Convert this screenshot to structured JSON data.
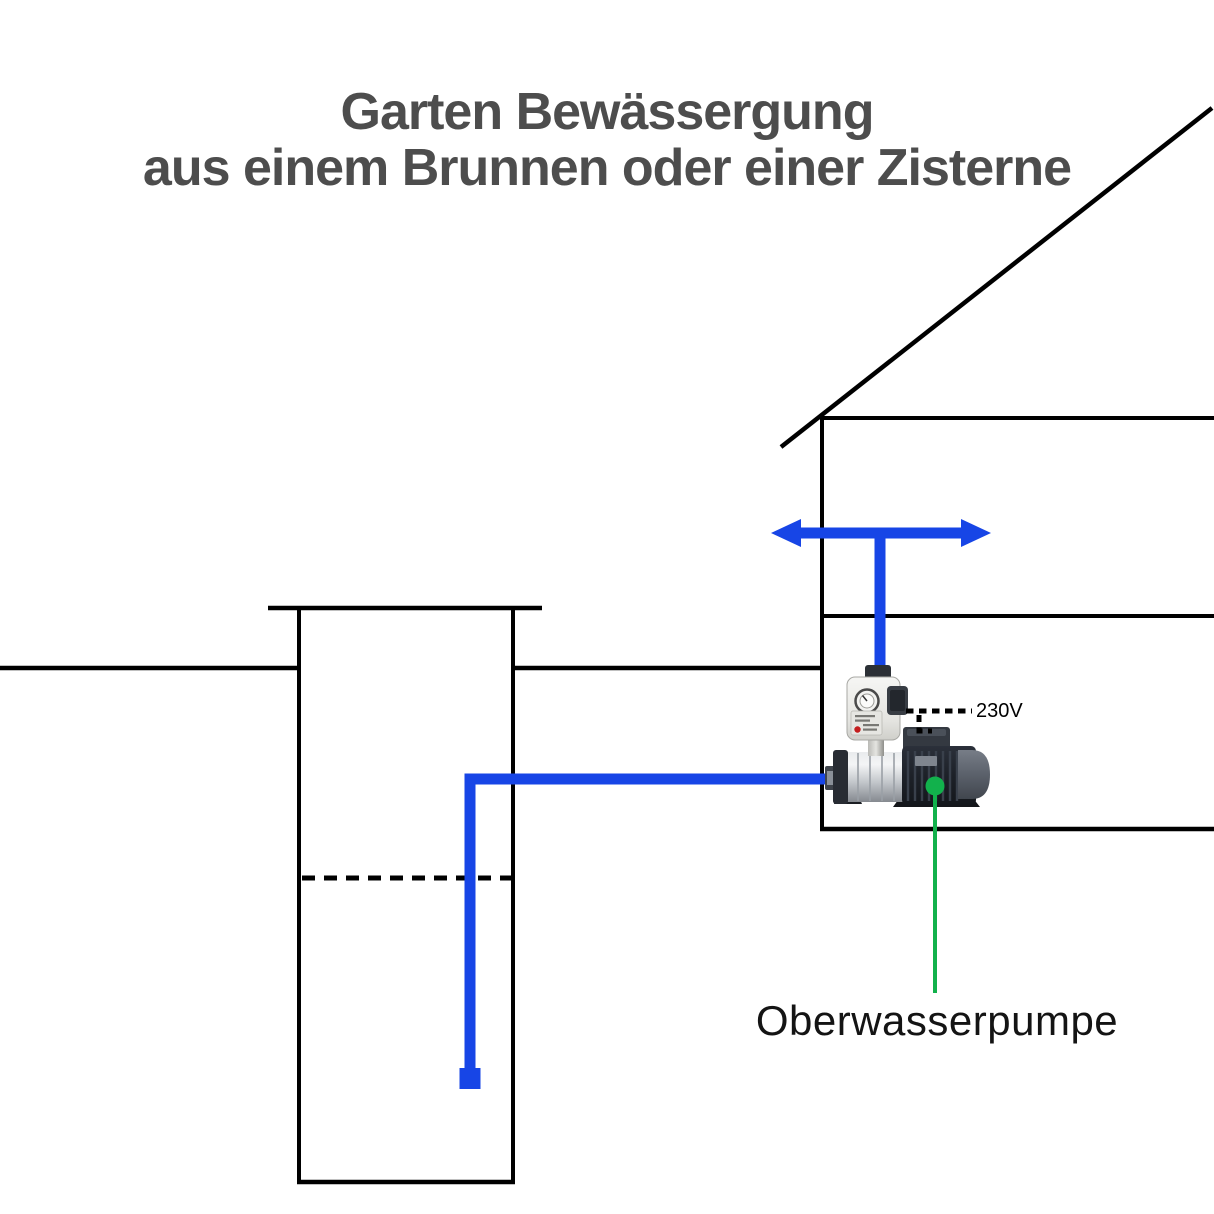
{
  "title": {
    "line1": "Garten Bewässergung",
    "line2": "aus einem Brunnen oder einer Zisterne"
  },
  "labels": {
    "voltage": "230V",
    "pump": "Oberwasserpumpe"
  },
  "colors": {
    "pipe_blue": "#1745e6",
    "pointer_green": "#12b14c",
    "line_black": "#000000",
    "title_gray": "#4d4d4d",
    "label_black": "#141414"
  },
  "diagram": {
    "type": "schematic",
    "components": [
      "house-outline-with-roof",
      "well-shaft",
      "water-level-dashed-line",
      "suction-pipe-with-foot-valve",
      "surface-pump-with-pressure-controller",
      "power-connection-230v-dotted-line",
      "distribution-double-arrow",
      "pump-pointer-green-line"
    ]
  }
}
